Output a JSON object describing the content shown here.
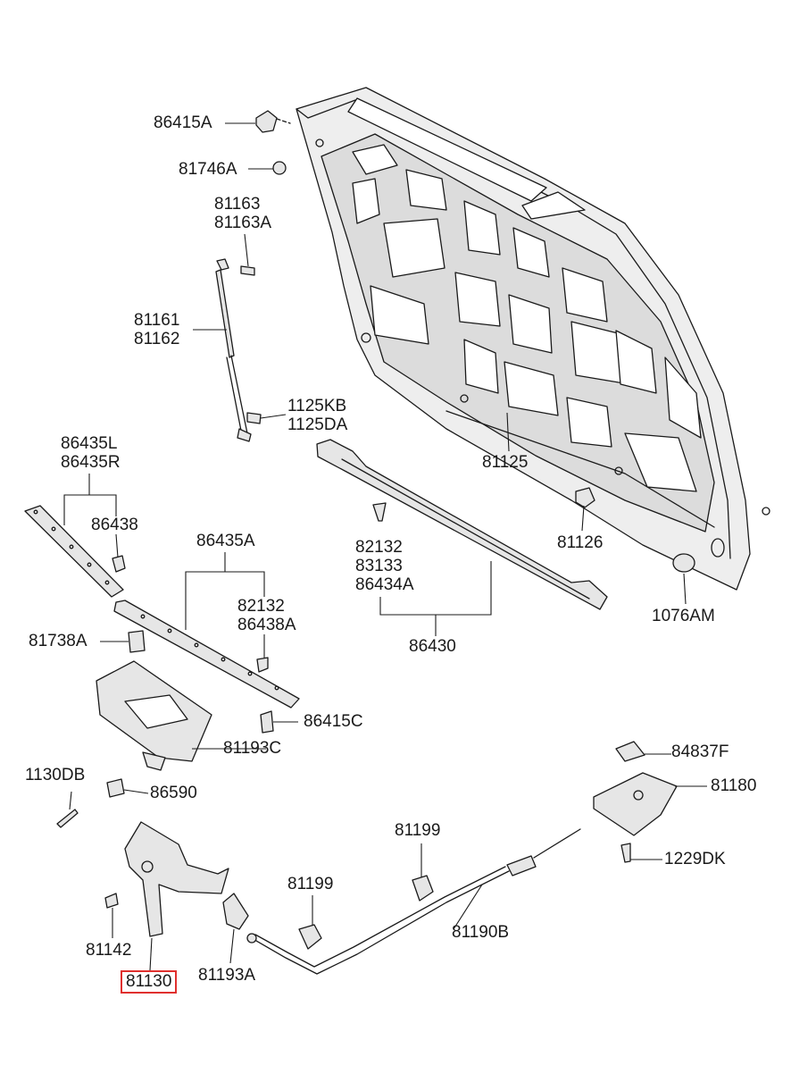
{
  "parts": {
    "p86415A": "86415A",
    "p81746A": "81746A",
    "p81163": [
      "81163",
      "81163A"
    ],
    "p81161": [
      "81161",
      "81162"
    ],
    "p1125KB": [
      "1125KB",
      "1125DA"
    ],
    "p86435L": [
      "86435L",
      "86435R"
    ],
    "p86438": "86438",
    "p81125": "81125",
    "p86435A": "86435A",
    "p82132_left": [
      "82132",
      "86438A"
    ],
    "p82132_mid": [
      "82132",
      "83133",
      "86434A"
    ],
    "p81126": "81126",
    "p1076AM": "1076AM",
    "p81738A": "81738A",
    "p86430": "86430",
    "p86415C": "86415C",
    "p81193C": "81193C",
    "p84837F": "84837F",
    "p1130DB": "1130DB",
    "p86590": "86590",
    "p81180": "81180",
    "p81199_right": "81199",
    "p1229DK": "1229DK",
    "p81199_left": "81199",
    "p81190B": "81190B",
    "p81142": "81142",
    "p81130": "81130",
    "p81193A": "81193A"
  },
  "colors": {
    "line": "#1a1a1a",
    "highlight": "#e0302e",
    "part_fill": "#e6e6e6"
  }
}
